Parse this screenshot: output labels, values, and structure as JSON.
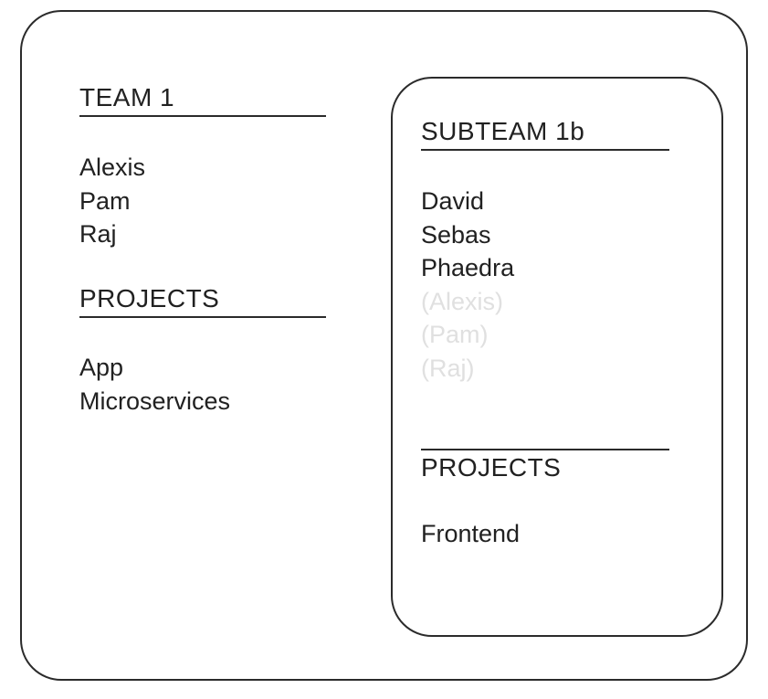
{
  "team_panel": {
    "title": "TEAM 1",
    "members": [
      "Alexis",
      "Pam",
      "Raj"
    ],
    "projects_title": "PROJECTS",
    "projects": [
      "App",
      "Microservices"
    ]
  },
  "subteam_panel": {
    "title": "SUBTEAM 1b",
    "members": [
      "David",
      "Sebas",
      "Phaedra"
    ],
    "inherited_members": [
      "(Alexis)",
      "(Pam)",
      "(Raj)"
    ],
    "projects_title": "PROJECTS",
    "projects": [
      "Frontend"
    ]
  },
  "colors": {
    "ink": "#212121",
    "border": "#2b2b2b",
    "inherited_text": "#e0e0e0",
    "background": "#ffffff"
  }
}
